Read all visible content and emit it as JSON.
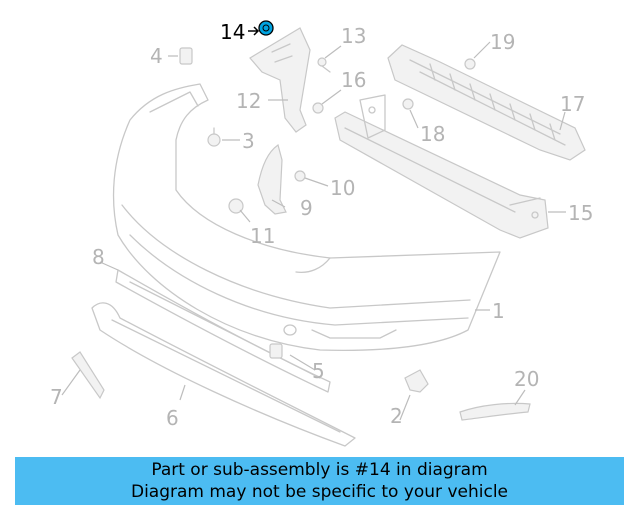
{
  "diagram": {
    "highlight_color": "#00a3e0",
    "callouts": {
      "c1": "1",
      "c2": "2",
      "c3": "3",
      "c4": "4",
      "c5": "5",
      "c6": "6",
      "c7": "7",
      "c8": "8",
      "c9": "9",
      "c10": "10",
      "c11": "11",
      "c12": "12",
      "c13": "13",
      "c14": "14",
      "c15": "15",
      "c16": "16",
      "c17": "17",
      "c18": "18",
      "c19": "19",
      "c20": "20"
    }
  },
  "banner": {
    "line1": "Part or sub-assembly is #14 in diagram",
    "line2": "Diagram may not be specific to your vehicle",
    "background": "#4cbcf2"
  }
}
